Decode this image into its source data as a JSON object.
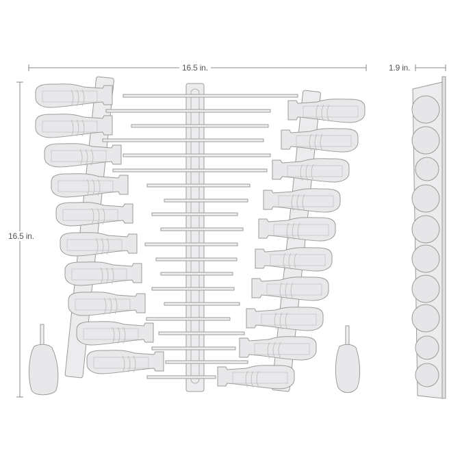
{
  "dimensions": {
    "width_label": "16.5 in.",
    "depth_label": "1.9 in.",
    "height_label": "16.5 in."
  },
  "illustration": {
    "subject": "screwdriver set on rail holder",
    "rail_count": 3,
    "left_column_drivers": 10,
    "right_column_drivers": 10,
    "stubby_drivers": 2,
    "side_view_handles": 10
  },
  "colors": {
    "line": "#9a9a9a",
    "fill": "#e8e8ea",
    "dim_line": "#888888",
    "label": "#555555"
  }
}
